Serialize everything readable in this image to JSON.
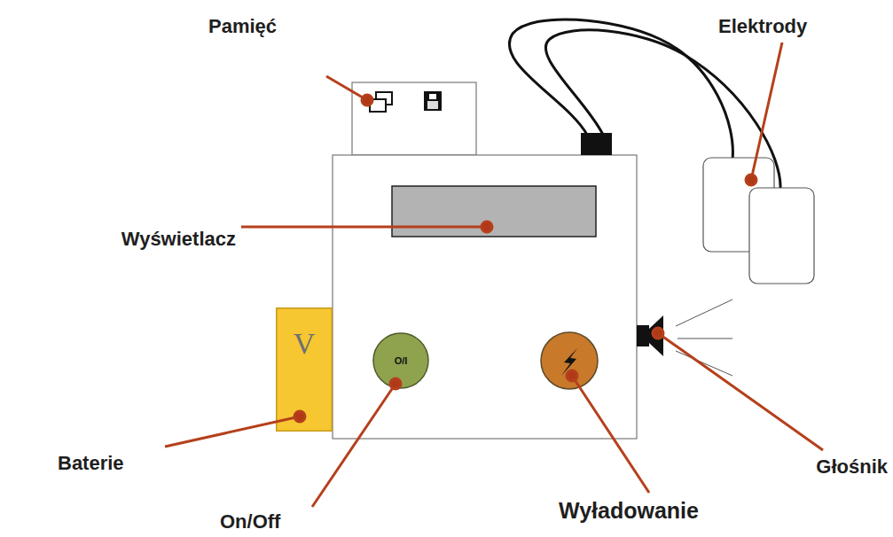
{
  "diagram": {
    "nodes": [
      {
        "text": [
          "V"
        ]
      },
      {
        "text": [
          "O/I"
        ]
      }
    ],
    "labels": [
      "Pamięć",
      "Elektrody",
      "Wyświetlacz",
      "Baterie",
      "On/Off",
      "Wyładowanie",
      "Głośnik"
    ]
  }
}
